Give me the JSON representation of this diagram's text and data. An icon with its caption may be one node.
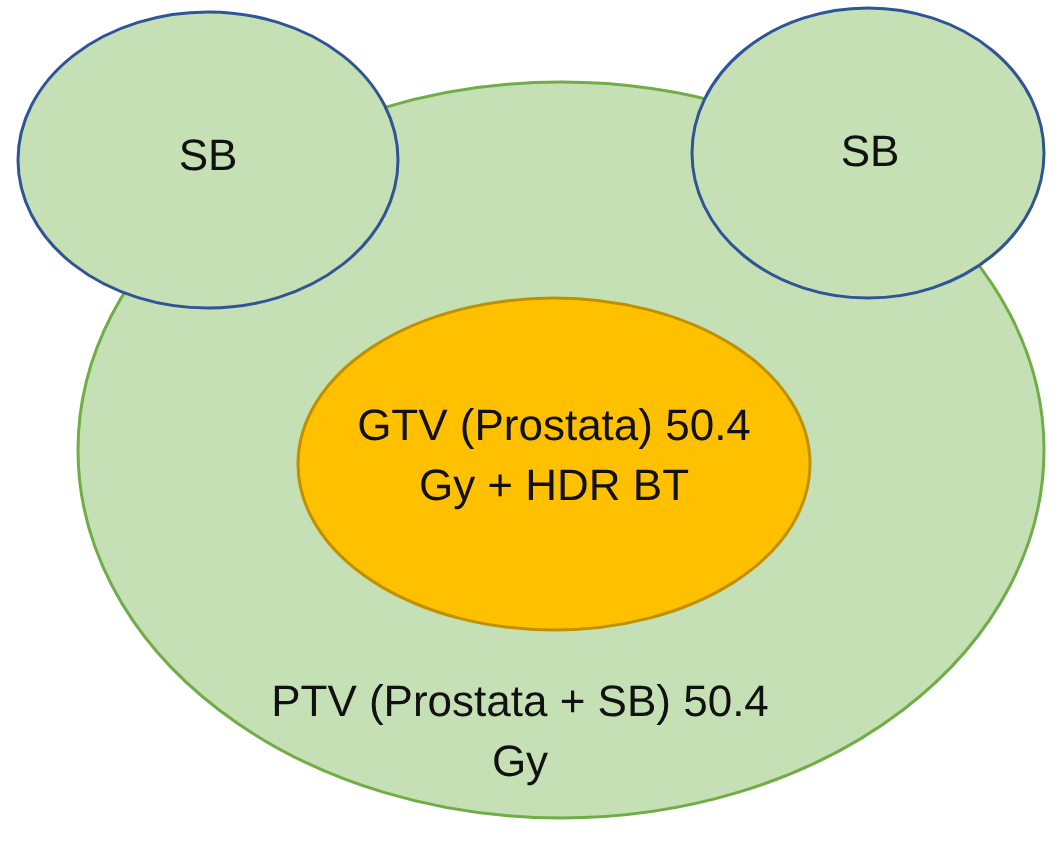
{
  "diagram": {
    "nodes": [
      {
        "text": [
          "SB"
        ]
      },
      {
        "text": [
          "SB"
        ]
      },
      {
        "text": [
          "PTV (Prostata + SB) 50.4 Gy"
        ]
      },
      {
        "text": [
          "GTV (Prostata) 50.4 Gy + HDR BT"
        ],
        "in": 2
      }
    ]
  }
}
